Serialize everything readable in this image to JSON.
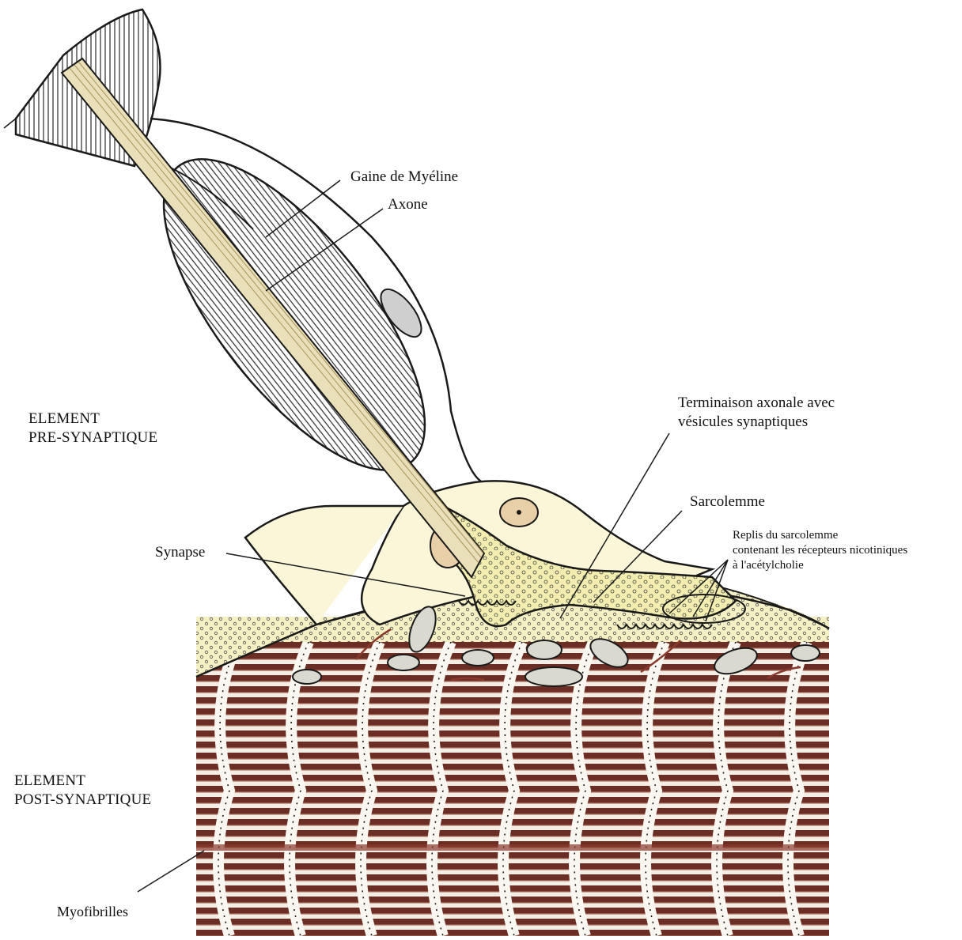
{
  "labels": {
    "gaine": "Gaine de Myéline",
    "axone": "Axone",
    "pre_line1": "ELEMENT",
    "pre_line2": "PRE-SYNAPTIQUE",
    "terminaison_line1": "Terminaison axonale avec",
    "terminaison_line2": "vésicules synaptiques",
    "sarcolemme": "Sarcolemme",
    "replis_line1": "Replis du sarcolemme",
    "replis_line2": "contenant les récepteurs nicotiniques",
    "replis_line3": "à l'acétylcholie",
    "synapse": "Synapse",
    "post_line1": "ELEMENT",
    "post_line2": "POST-SYNAPTIQUE",
    "myofibrilles": "Myofibrilles"
  },
  "colors": {
    "outline": "#1a1a1a",
    "hatch": "#2a2a2a",
    "sarcoplasm": "#f5efc4",
    "terminal": "#f3eeb0",
    "schwann": "#fbf6d8",
    "nucleus": "#e9cfa8",
    "myofibril_dark": "#6b2e24",
    "myofibril_light": "#f4ede6",
    "background": "#ffffff"
  }
}
